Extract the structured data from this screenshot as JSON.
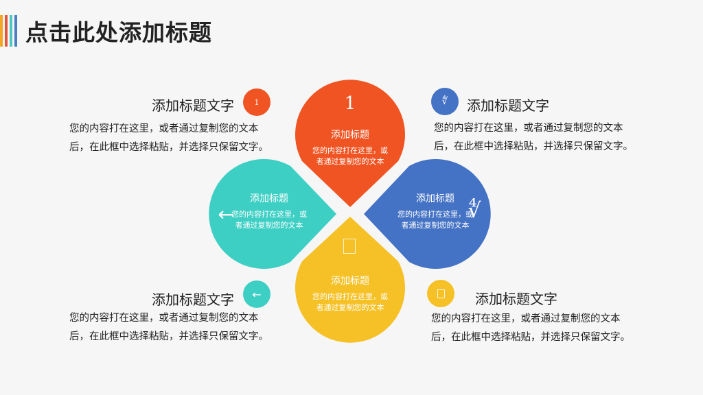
{
  "page": {
    "title": "点击此处添加标题",
    "stripe_colors": [
      "#f5a623",
      "#e8533a",
      "#4cc9c0",
      "#4a7cc9"
    ]
  },
  "petals": {
    "top": {
      "color": "#f05423",
      "icon": "1",
      "head": "添加标题",
      "body": "您的内容打在这里，或者通过复制您的文本"
    },
    "right": {
      "color": "#4472c4",
      "icon": "∜",
      "head": "添加标题",
      "body": "您的内容打在这里，或者通过复制您的文本"
    },
    "bottom": {
      "color": "#f5c127",
      "icon": "",
      "head": "添加标题",
      "body": "您的内容打在这里，或者通过复制您的文本"
    },
    "left": {
      "color": "#3ecfc4",
      "icon": "←",
      "head": "添加标题",
      "body": "您的内容打在这里，或者通过复制您的文本"
    }
  },
  "blocks": {
    "top_left": {
      "dot_color": "#f05423",
      "icon": "1",
      "head": "添加标题文字",
      "line1": "您的内容打在这里，或者通过复制您的文本",
      "line2": "后，在此框中选择粘贴，并选择只保留文字。"
    },
    "top_right": {
      "dot_color": "#4472c4",
      "icon": "∜",
      "head": "添加标题文字",
      "line1": "您的内容打在这里，或者通过复制您的文本",
      "line2": "后，在此框中选择粘贴，并选择只保留文字。"
    },
    "bottom_left": {
      "dot_color": "#3ecfc4",
      "icon": "←",
      "head": "添加标题文字",
      "line1": "您的内容打在这里，或者通过复制您的文本",
      "line2": "后，在此框中选择粘贴，并选择只保留文字。"
    },
    "bottom_right": {
      "dot_color": "#f5c127",
      "icon": "",
      "head": "添加标题文字",
      "line1": "您的内容打在这里，或者通过复制您的文本",
      "line2": "后，在此框中选择粘贴，并选择只保留文字。"
    }
  }
}
